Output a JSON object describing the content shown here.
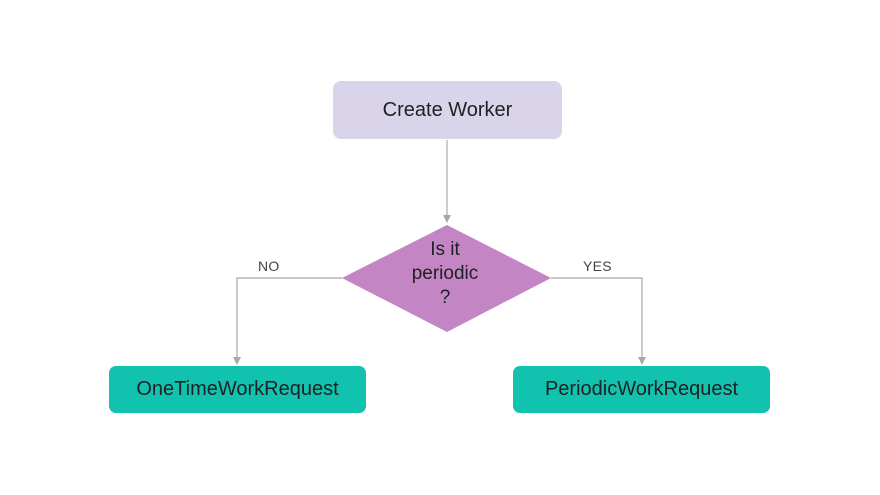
{
  "flowchart": {
    "start_node": "Create Worker",
    "decision": {
      "line1": "Is it",
      "line2": "periodic",
      "line3": "?"
    },
    "branch_no_label": "NO",
    "branch_yes_label": "YES",
    "no_outcome": "OneTimeWorkRequest",
    "yes_outcome": "PeriodicWorkRequest"
  },
  "colors": {
    "start_fill": "#d9d4ea",
    "decision_fill": "#c485c4",
    "outcome_fill": "#11c3af",
    "connector": "#a8a8a8"
  }
}
